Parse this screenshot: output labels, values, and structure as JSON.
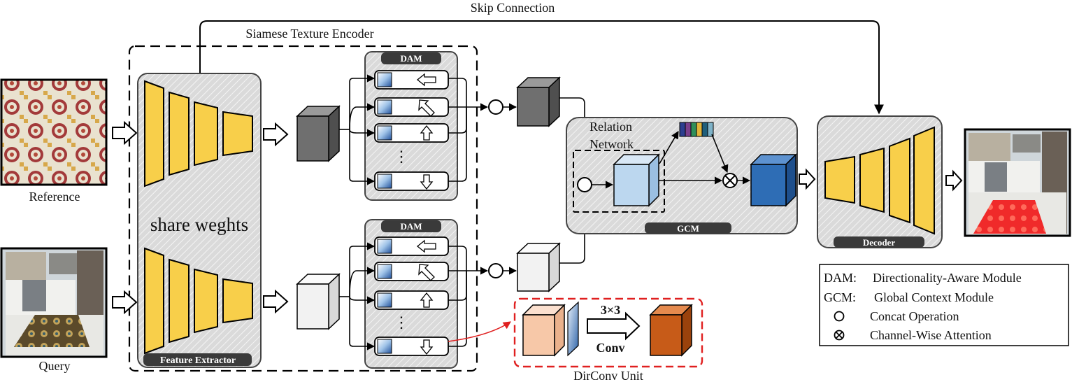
{
  "labels": {
    "skip_connection": "Skip Connection",
    "siamese_encoder": "Siamese Texture Encoder",
    "reference": "Reference",
    "query": "Query",
    "share_weights": "share weghts",
    "feature_extractor": "Feature Extractor",
    "dam": "DAM",
    "relation_line1": "Relation",
    "relation_line2": "Network",
    "gcm": "GCM",
    "decoder": "Decoder",
    "dirconv_unit": "DirConv Unit",
    "kernel": "3×3",
    "conv": "Conv",
    "ellipsis": "⋮"
  },
  "legend": [
    {
      "key": "DAM:",
      "text": "Directionality-Aware Module"
    },
    {
      "key": "GCM:",
      "text": "Global Context Module"
    },
    {
      "key": "concat",
      "text": "Concat Operation"
    },
    {
      "key": "channel-attention",
      "text": "Channel-Wise Attention"
    }
  ],
  "colors": {
    "yellow": "#f8cf4a",
    "dark_cube": "#6f6f6f",
    "light_cube": "#f2f2f2",
    "light_blue": "#bcd7ef",
    "dark_blue": "#2e6db5",
    "peach": "#f7c8a8",
    "orange": "#c75b18",
    "red_dashed": "#e02020",
    "panel_gray": "#dcdcdc",
    "tag_bg": "#3a3a3a"
  },
  "dam_arrow_directions": [
    "left",
    "up-left",
    "up",
    "down"
  ],
  "color_strip": [
    "#2c3e8f",
    "#7a3f8c",
    "#2f8f5a",
    "#e0b43a",
    "#1f5e7a",
    "#7fb3c9"
  ]
}
